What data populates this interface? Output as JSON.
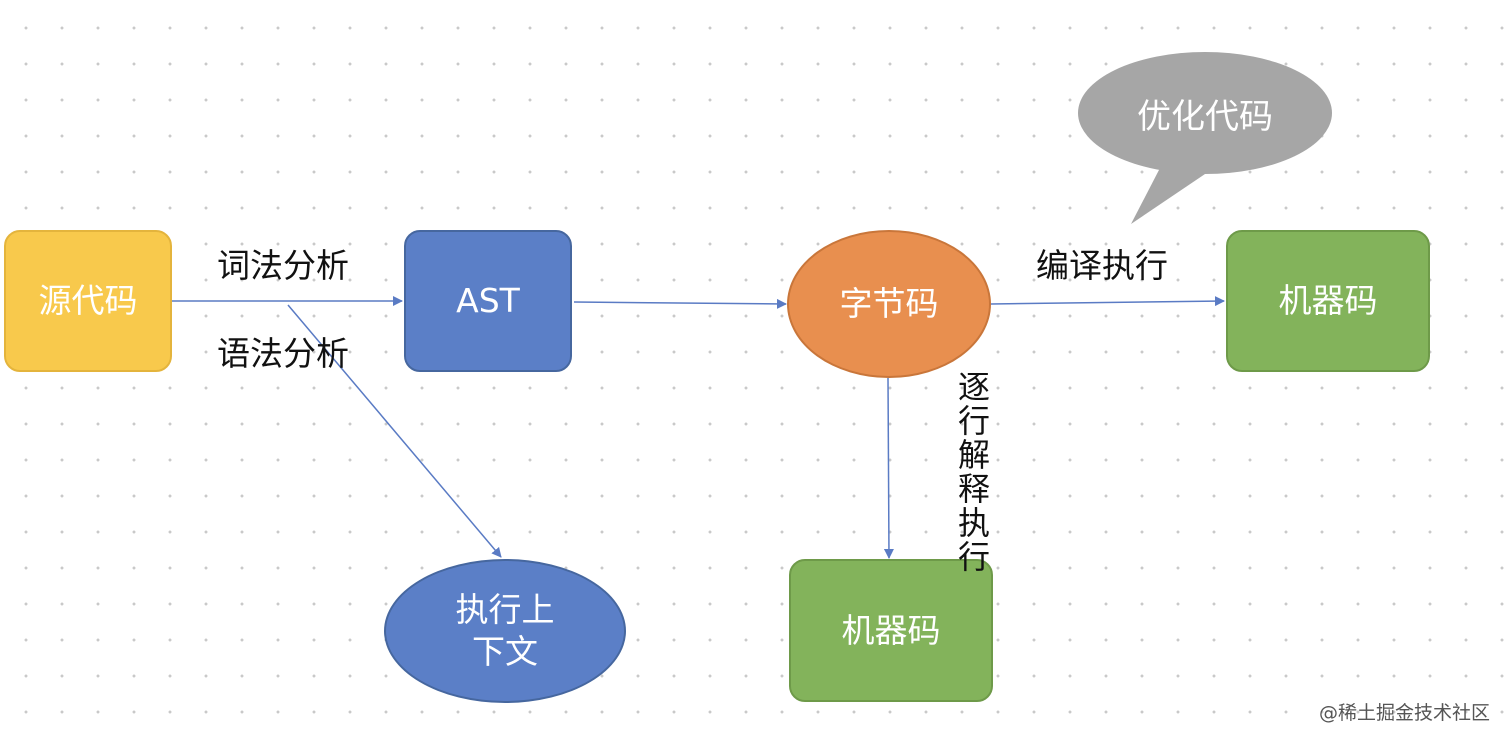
{
  "heading": "",
  "nodes": {
    "source_code": "源代码",
    "ast": "AST",
    "bytecode": "字节码",
    "machine_code_compiled": "机器码",
    "execution_context": "执行上下文",
    "machine_code_interpreted": "机器码"
  },
  "edge_labels": {
    "lexical": "词法分析",
    "syntax": "语法分析",
    "compile": "编译执行",
    "interpret": "逐行解释执行"
  },
  "bubble": "优化代码",
  "watermark": "@稀土掘金技术社区",
  "colors": {
    "source_code": "#f8c94c",
    "ast": "#5b7fc7",
    "bytecode": "#e88f4f",
    "machine_code": "#83b35b",
    "execution_context": "#5b7fc7",
    "bubble": "#a6a6a6",
    "edge": "#5a7bc4"
  }
}
